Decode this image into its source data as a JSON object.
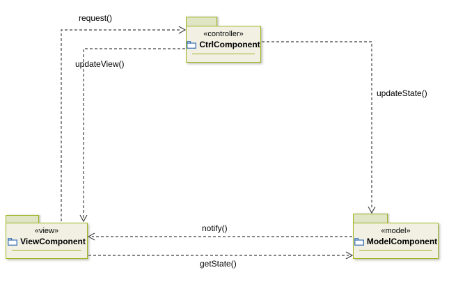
{
  "diagram": {
    "packages": {
      "controller": {
        "stereotype": "«controller»",
        "name": "CtrlComponent"
      },
      "view": {
        "stereotype": "«view»",
        "name": "ViewComponent"
      },
      "model": {
        "stereotype": "«model»",
        "name": "ModelComponent"
      }
    },
    "messages": {
      "request": "request()",
      "updateView": "updateView()",
      "updateState": "updateState()",
      "notify": "notify()",
      "getState": "getState()"
    },
    "colors": {
      "package_border": "#9fb41e",
      "package_fill": "#f1f0e3",
      "tab_fill": "#dfe5c5",
      "separator": "#9fb41e",
      "wire": "#3f3f3f",
      "folder_icon_blue": "#3a70b5",
      "background": "#ffffff"
    }
  }
}
